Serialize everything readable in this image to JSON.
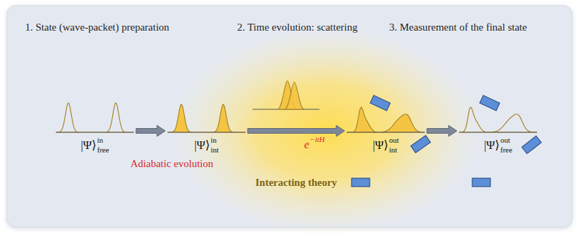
{
  "diagram": {
    "nodes": [
      {
        "text": [
          "|Ψ⟩",
          "in",
          "free"
        ]
      },
      {
        "text": [
          "|Ψ⟩",
          "in",
          "int"
        ]
      },
      {
        "text": [
          "|Ψ⟩",
          "out",
          "int"
        ]
      },
      {
        "text": [
          "|Ψ⟩",
          "out",
          "free"
        ]
      }
    ],
    "edges": [
      {
        "from": 0,
        "to": 1,
        "arrow": "to"
      },
      {
        "from": 1,
        "to": 2,
        "arrow": "to"
      },
      {
        "from": 2,
        "to": 3,
        "arrow": "to"
      }
    ],
    "labels": [
      "1. State (wave-packet) preparation",
      "2. Time evolution: scattering",
      "3. Measurement of the final state",
      "Adiabatic evolution",
      "e",
      "−itH",
      "Interacting theory"
    ]
  }
}
